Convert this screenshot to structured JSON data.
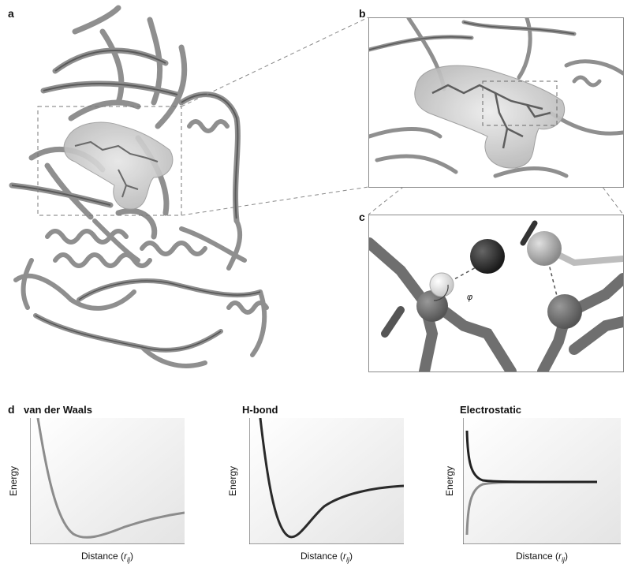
{
  "panels": {
    "a": {
      "letter": "a"
    },
    "b": {
      "letter": "b"
    },
    "c": {
      "letter": "c",
      "angle_symbol": "φ"
    },
    "d": {
      "letter": "d"
    }
  },
  "graphs": [
    {
      "title": "van der Waals",
      "ylabel": "Energy",
      "xlabel_prefix": "Distance (",
      "xlabel_var": "r",
      "xlabel_sub": "ij",
      "xlabel_suffix": ")",
      "curve_color": "#8c8c8c"
    },
    {
      "title": "H-bond",
      "ylabel": "Energy",
      "xlabel_prefix": "Distance (",
      "xlabel_var": "r",
      "xlabel_sub": "ij",
      "xlabel_suffix": ")",
      "curve_color": "#2a2a2a"
    },
    {
      "title": "Electrostatic",
      "ylabel": "Energy",
      "xlabel_prefix": "Distance (",
      "xlabel_var": "r",
      "xlabel_sub": "ij",
      "xlabel_suffix": ")",
      "curve_colors": [
        "#222222",
        "#8c8c8c"
      ]
    }
  ],
  "colors": {
    "ribbon": "#8f8f8f",
    "ribbon_dark": "#5a5a5a",
    "surface": "#cfcfcf",
    "frame": "#8a8a8a",
    "dash": "#7a7a7a"
  }
}
